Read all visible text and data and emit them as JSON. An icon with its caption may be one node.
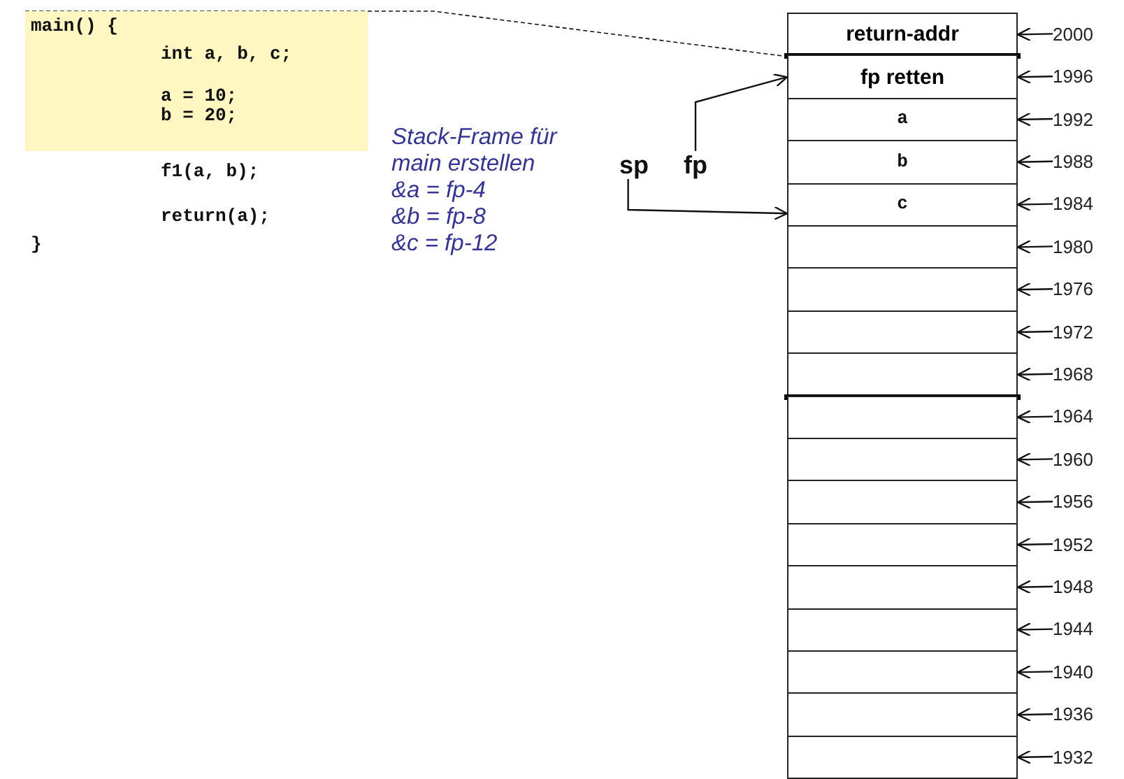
{
  "diagram": {
    "nodes": [
      {
        "text": [
          "main() {",
          "int a, b, c;",
          "a = 10; b = 20;"
        ]
      },
      {
        "text": [
          "return-addr"
        ]
      },
      {
        "text": [
          "fp retten"
        ]
      },
      {
        "text": [
          "a"
        ]
      },
      {
        "text": [
          "b"
        ]
      },
      {
        "text": [
          "c"
        ]
      },
      {
        "text": [],
        "shape": "box"
      },
      {
        "text": [],
        "shape": "box"
      },
      {
        "text": [],
        "shape": "box"
      },
      {
        "text": [],
        "shape": "box"
      },
      {
        "text": [],
        "shape": "box"
      },
      {
        "text": [],
        "shape": "box"
      },
      {
        "text": [],
        "shape": "box"
      },
      {
        "text": [],
        "shape": "box"
      },
      {
        "text": [],
        "shape": "box"
      },
      {
        "text": [],
        "shape": "box"
      },
      {
        "text": [],
        "shape": "box"
      },
      {
        "text": [],
        "shape": "box"
      },
      {
        "text": [],
        "shape": "box"
      },
      {
        "text": [
          "sp"
        ]
      },
      {
        "text": [
          "fp"
        ]
      },
      {
        "text": [
          "2000"
        ]
      },
      {
        "text": [
          "1996"
        ]
      },
      {
        "text": [
          "1992"
        ]
      },
      {
        "text": [
          "1988"
        ]
      },
      {
        "text": [
          "1984"
        ]
      },
      {
        "text": [
          "1980"
        ]
      },
      {
        "text": [
          "1976"
        ]
      },
      {
        "text": [
          "1972"
        ]
      },
      {
        "text": [
          "1968"
        ]
      },
      {
        "text": [
          "1964"
        ]
      },
      {
        "text": [
          "1960"
        ]
      },
      {
        "text": [
          "1956"
        ]
      },
      {
        "text": [
          "1952"
        ]
      },
      {
        "text": [
          "1948"
        ]
      },
      {
        "text": [
          "1944"
        ]
      },
      {
        "text": [
          "1940"
        ]
      },
      {
        "text": [
          "1936"
        ]
      },
      {
        "text": [
          "1932"
        ]
      }
    ],
    "edges": [
      {
        "from": 0,
        "to": 1,
        "arrow": "none",
        "style": "dashed"
      },
      {
        "from": 20,
        "to": 2,
        "arrow": "to"
      },
      {
        "from": 19,
        "to": 5,
        "arrow": "to"
      },
      {
        "from": 21,
        "to": 1,
        "arrow": "to"
      },
      {
        "from": 22,
        "to": 2,
        "arrow": "to"
      },
      {
        "from": 23,
        "to": 3,
        "arrow": "to"
      },
      {
        "from": 24,
        "to": 4,
        "arrow": "to"
      },
      {
        "from": 25,
        "to": 5,
        "arrow": "to"
      },
      {
        "from": 26,
        "to": 6,
        "arrow": "to"
      },
      {
        "from": 27,
        "to": 7,
        "arrow": "to"
      },
      {
        "from": 28,
        "to": 8,
        "arrow": "to"
      },
      {
        "from": 29,
        "to": 9,
        "arrow": "to"
      },
      {
        "from": 30,
        "to": 10,
        "arrow": "to"
      },
      {
        "from": 31,
        "to": 11,
        "arrow": "to"
      },
      {
        "from": 32,
        "to": 12,
        "arrow": "to"
      },
      {
        "from": 33,
        "to": 13,
        "arrow": "to"
      },
      {
        "from": 34,
        "to": 14,
        "arrow": "to"
      },
      {
        "from": 35,
        "to": 15,
        "arrow": "to"
      },
      {
        "from": 36,
        "to": 16,
        "arrow": "to"
      },
      {
        "from": 37,
        "to": 17,
        "arrow": "to"
      },
      {
        "from": 38,
        "to": 18,
        "arrow": "to"
      }
    ],
    "labels": [
      "f1(a, b);",
      "return(a);",
      "}",
      "Stack-Frame für main erstellen",
      "&a = fp-4",
      "&b = fp-8",
      "&c = fp-12"
    ]
  }
}
